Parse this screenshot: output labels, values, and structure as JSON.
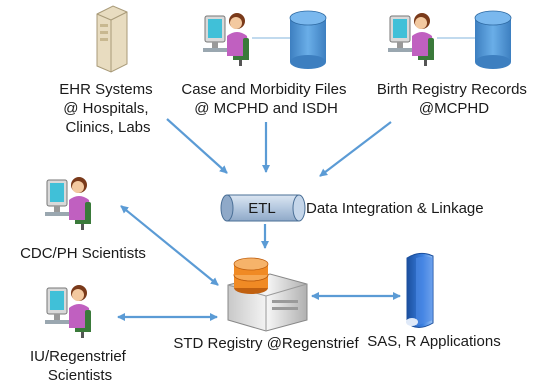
{
  "nodes": {
    "ehr": {
      "lines": [
        "EHR Systems",
        "@ Hospitals,",
        "Clinics, Labs"
      ]
    },
    "case_files": {
      "lines": [
        "Case and Morbidity Files",
        "@ MCPHD and ISDH"
      ]
    },
    "birth_registry": {
      "lines": [
        "Birth Registry Records",
        "@MCPHD"
      ]
    },
    "etl": {
      "label": "ETL",
      "caption": "Data Integration & Linkage"
    },
    "cdc": {
      "lines": [
        "CDC/PH Scientists"
      ]
    },
    "iu": {
      "lines": [
        "IU/Regenstrief",
        "Scientists"
      ]
    },
    "std": {
      "lines": [
        "STD Registry @Regenstrief"
      ]
    },
    "sas": {
      "lines": [
        "SAS, R Applications"
      ]
    }
  },
  "colors": {
    "arrow": "#5b9bd5",
    "database": "#5b9bd5",
    "database_edge": "#2e6aa3",
    "etl_fill": "#b8cce4",
    "etl_edge": "#4a6f96",
    "person_shirt": "#c060c0",
    "monitor_screen": "#40c0d8",
    "server_body": "#e8e8e8",
    "disk_orange": "#f08a24",
    "sas_blue": "#2f6fd0",
    "ehr_tower": "#e8dcc0"
  }
}
